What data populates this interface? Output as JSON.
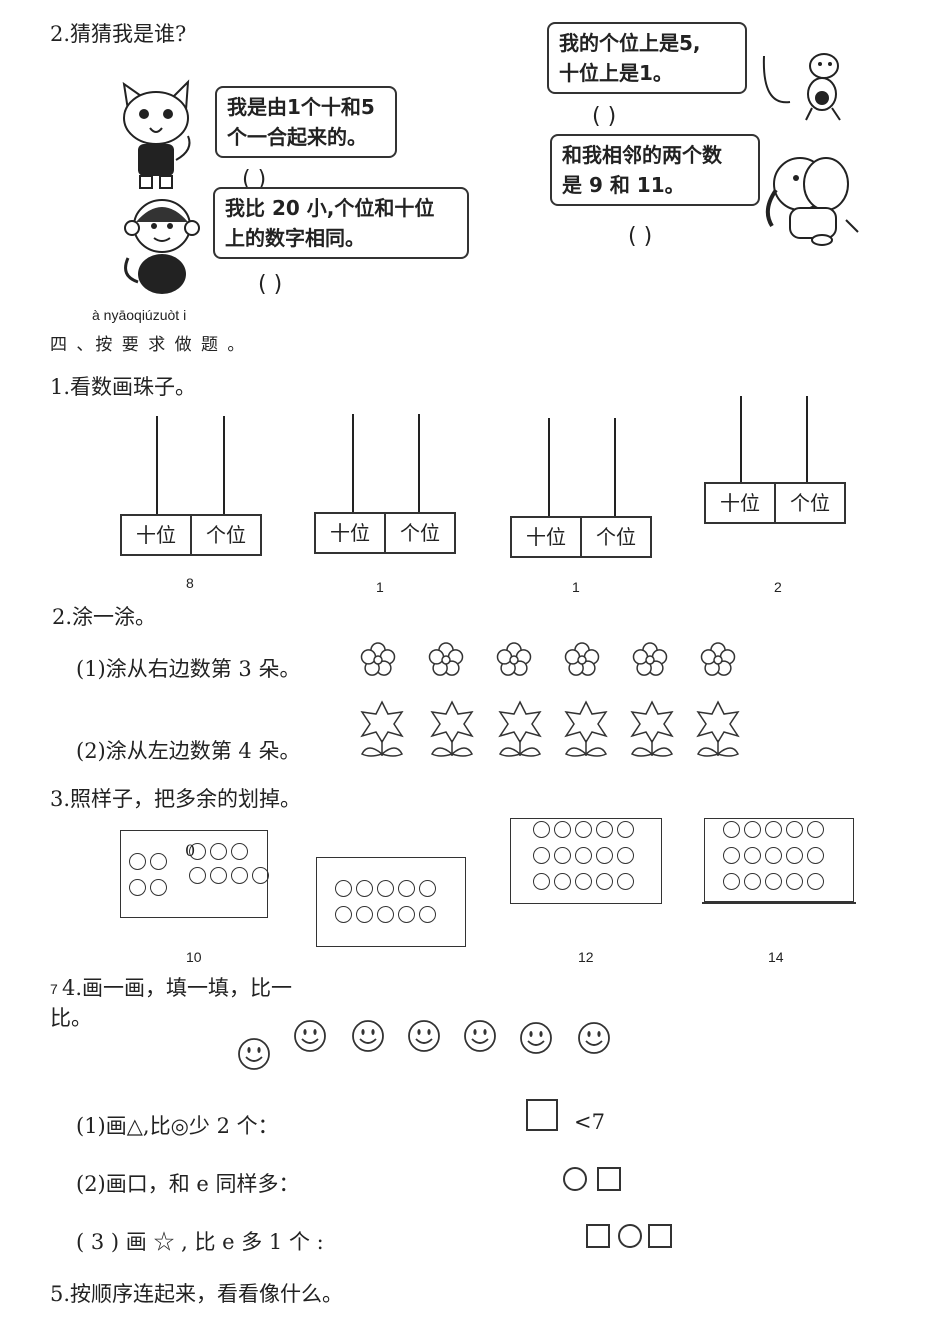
{
  "q2_title": "2.猜猜我是谁?",
  "riddles": {
    "cat": "我是由1个十和5\n个一合起来的。",
    "monkey": "我比 20 小,个位和十位\n上的数字相同。",
    "mouse": "我的个位上是5,\n十位上是1。",
    "elephant": "和我相邻的两个数\n是 9 和 11。",
    "paren": "(        )"
  },
  "pinyin": "à    nyāoqiúzuòt    i",
  "section4_title": "四 、按 要 求 做 题 。",
  "q1": {
    "title": "1.看数画珠子。",
    "tens_label": "十位",
    "ones_label": "个位",
    "numbers": [
      "8",
      "1",
      "1",
      "2"
    ]
  },
  "q2b": {
    "title": "2.涂一涂。",
    "line1": "(1)涂从右边数第 3 朵。",
    "line2": "(2)涂从左边数第 4 朵。"
  },
  "q3": {
    "title": "3.照样子，把多余的划掉。",
    "numbers": [
      "10",
      "12",
      "14"
    ],
    "zero_label": "0"
  },
  "q4": {
    "title": "4.画一画，填一填，比一",
    "title_cont": "比。",
    "prefix": "7",
    "line1": "(1)画△,比◎少 2 个：",
    "line1_tail": "<7",
    "line2": "(2)画口，和 e 同样多：",
    "line3": "( 3 ) 画 ☆ , 比 e 多 1 个 :"
  },
  "q5": {
    "title": "5.按顺序连起来，看看像什么。"
  }
}
